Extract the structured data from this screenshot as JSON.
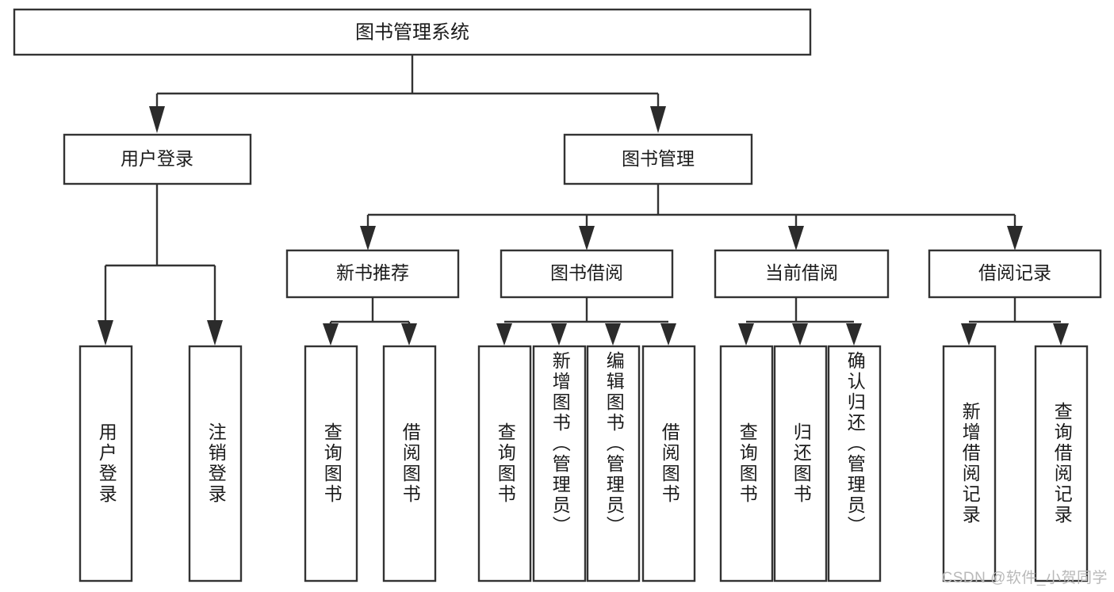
{
  "diagram": {
    "title": "图书管理系统",
    "type": "tree-hierarchy-diagram",
    "watermark": "CSDN @软件_小贺同学",
    "colors": {
      "stroke": "#333333",
      "fill": "#ffffff",
      "text": "#1b1b1b",
      "watermark": "#b9b9b9"
    },
    "root": {
      "label": "图书管理系统"
    },
    "level2": [
      {
        "label": "用户登录"
      },
      {
        "label": "图书管理"
      }
    ],
    "level3": [
      {
        "label": "新书推荐"
      },
      {
        "label": "图书借阅"
      },
      {
        "label": "当前借阅"
      },
      {
        "label": "借阅记录"
      }
    ],
    "leaves": {
      "user_login": [
        {
          "label": "用户登录"
        },
        {
          "label": "注销登录"
        }
      ],
      "new_book": [
        {
          "label": "查询图书"
        },
        {
          "label": "借阅图书"
        }
      ],
      "book_borrow": [
        {
          "label": "查询图书"
        },
        {
          "label": "新增图书（管理员）"
        },
        {
          "label": "编辑图书（管理员）"
        },
        {
          "label": "借阅图书"
        }
      ],
      "current_borrow": [
        {
          "label": "查询图书"
        },
        {
          "label": "归还图书"
        },
        {
          "label": "确认归还（管理员）"
        }
      ],
      "borrow_record": [
        {
          "label": "新增借阅记录"
        },
        {
          "label": "查询借阅记录"
        }
      ]
    }
  }
}
